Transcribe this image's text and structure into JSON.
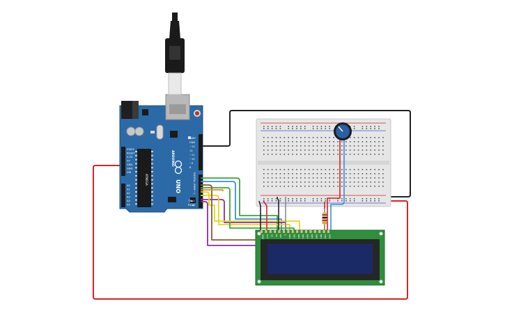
{
  "arduino": {
    "brand": "ARDUINO",
    "model": "UNO",
    "power_labels": [
      "IOREF",
      "RESET",
      "3.3V",
      "5V",
      "GND",
      "GND",
      "VIN"
    ],
    "analog_labels": [
      "A0",
      "A1",
      "A2",
      "A3",
      "A4",
      "A5"
    ],
    "digital_labels": [
      "AREF",
      "GND",
      "~13",
      "12",
      "~11",
      "~10",
      "~9",
      "8"
    ],
    "digital_header": "DIGITAL (PWM ~)",
    "tx_label": "TX▶1",
    "rx_label": "RX◀0",
    "chip_label": "ATMEGA"
  },
  "lcd": {
    "pins": [
      "GND",
      "VCC",
      "V0",
      "RS",
      "RW",
      "E",
      "DB0",
      "DB1",
      "DB2",
      "DB3",
      "DB4",
      "DB5",
      "DB6",
      "DB7",
      "LED",
      "LED"
    ]
  },
  "colors": {
    "arduino_board": "#2b6aa6",
    "breadboard": "#e6e6e6",
    "lcd_pcb": "#2f8f3c",
    "lcd_screen": "#1a2a66",
    "wire_red": "#d2232a",
    "wire_black": "#222222",
    "wire_green": "#3aa63a",
    "wire_blue": "#3b8fd9",
    "wire_yellow": "#e6d41a",
    "wire_purple": "#8b2e9c",
    "wire_brown": "#8a5a2b",
    "wire_orange": "#e08a1e",
    "wire_gray": "#8a8a8a"
  },
  "icons": {
    "usb": "usb-cable-icon",
    "potentiometer": "potentiometer-icon",
    "resistor": "resistor-icon"
  }
}
